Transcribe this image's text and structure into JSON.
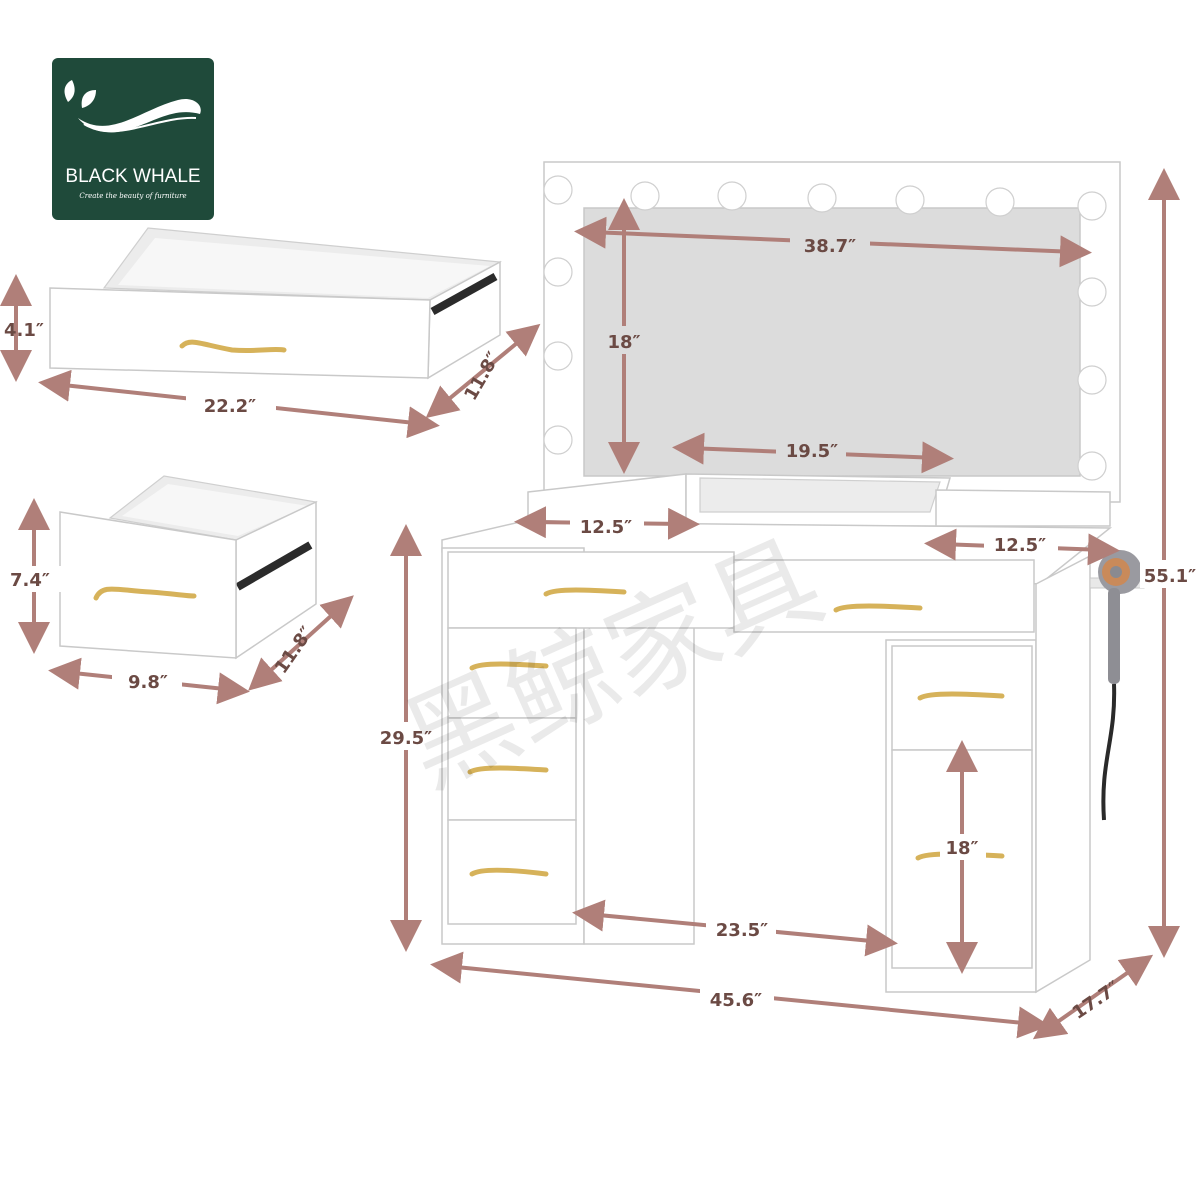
{
  "brand": {
    "name": "BLACK WHALE",
    "tagline": "Create the beauty of furniture",
    "colors": {
      "badge_bg": "#1f4a3a",
      "badge_fg": "#ffffff"
    }
  },
  "colors": {
    "dimension_line": "#b07f79",
    "dimension_text": "#6b4a44",
    "handle": "#d6b25a",
    "furniture": "#ffffff",
    "mirror": "#dcdcdc"
  },
  "watermark": "黑鲸家具",
  "large_drawer": {
    "height": "4.1″",
    "width": "22.2″",
    "depth": "11.8″"
  },
  "small_drawer": {
    "height": "7.4″",
    "width": "9.8″",
    "depth": "11.8″"
  },
  "vanity": {
    "mirror_width": "38.7″",
    "mirror_height": "18″",
    "center_shelf_width": "19.5″",
    "left_shelf_width": "12.5″",
    "right_shelf_width": "12.5″",
    "total_height": "55.1″",
    "desk_height": "29.5″",
    "leg_opening": "23.5″",
    "total_width": "45.6″",
    "depth": "17.7″",
    "cabinet_height": "18″"
  },
  "icons": [
    "leaf-icon",
    "whale-icon",
    "hair-dryer-icon"
  ]
}
